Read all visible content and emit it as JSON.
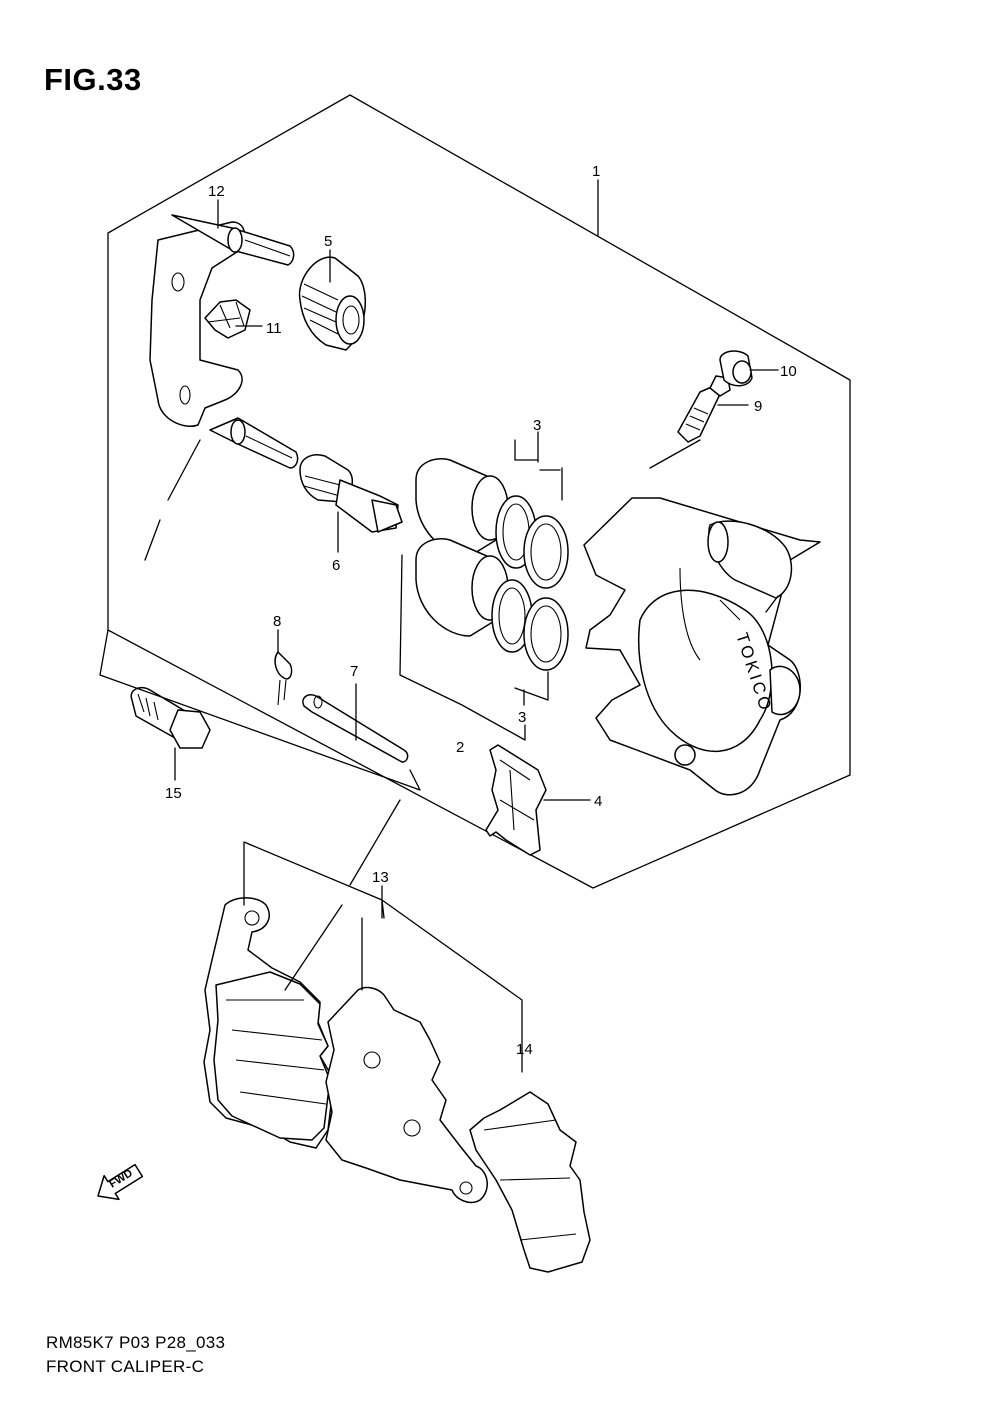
{
  "figure": {
    "title": "FIG.33",
    "code": "RM85K7 P03 P28_033",
    "name": "FRONT CALIPER-C",
    "brand_mark": "TOKICO",
    "fwd_label": "FWD"
  },
  "callouts": [
    {
      "id": "c1",
      "label": "1"
    },
    {
      "id": "c2",
      "label": "2"
    },
    {
      "id": "c3a",
      "label": "3"
    },
    {
      "id": "c3b",
      "label": "3"
    },
    {
      "id": "c4",
      "label": "4"
    },
    {
      "id": "c5",
      "label": "5"
    },
    {
      "id": "c6",
      "label": "6"
    },
    {
      "id": "c7",
      "label": "7"
    },
    {
      "id": "c8",
      "label": "8"
    },
    {
      "id": "c9",
      "label": "9"
    },
    {
      "id": "c10",
      "label": "10"
    },
    {
      "id": "c11",
      "label": "11"
    },
    {
      "id": "c12",
      "label": "12"
    },
    {
      "id": "c13",
      "label": "13"
    },
    {
      "id": "c14",
      "label": "14"
    },
    {
      "id": "c15",
      "label": "15"
    }
  ]
}
